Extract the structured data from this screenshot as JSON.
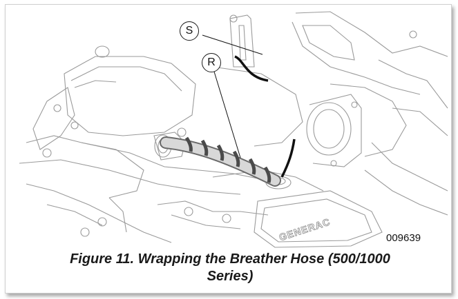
{
  "figure": {
    "callouts": [
      {
        "id": "s",
        "label": "S"
      },
      {
        "id": "r",
        "label": "R"
      }
    ],
    "engraved_brand": "GENERAC",
    "figure_number": "009639",
    "caption_line1": "Figure 11. Wrapping the Breather Hose (500/1000",
    "caption_line2": "Series)"
  }
}
